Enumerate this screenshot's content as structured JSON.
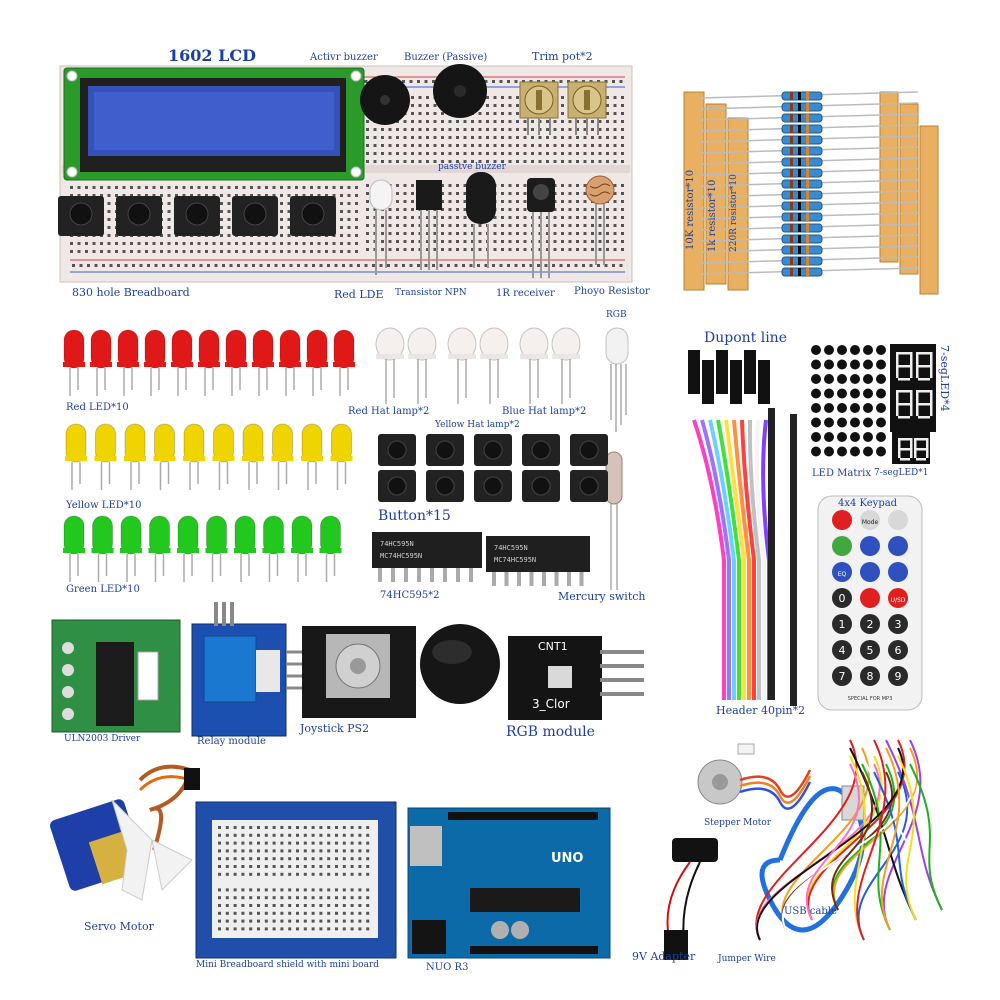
{
  "palette": {
    "label": "#1d3fa0",
    "pcb_blue": "#1a4fa0",
    "breadboard": "#efe8e6",
    "led_red": "#e01818",
    "led_yellow": "#f0d400",
    "led_green": "#22c81e"
  },
  "labels": {
    "lcd": "1602 LCD",
    "active_buzzer": "Activr buzzer",
    "passive_buzzer_top": "Buzzer (Passive)",
    "trim_pot": "Trim pot*2",
    "passive_buzzer": "passtve buzzer",
    "breadboard": "830 hole Breadboard",
    "red_lde": "Red LDE",
    "transistor": "Transistor NPN",
    "ir_receiver": "1R receiver",
    "photo_resistor": "Phoyo Resistor",
    "res_10k": "10K resistor*10",
    "res_1k": "1k resistor*10",
    "res_220": "220R resistor*10",
    "rgb": "RGB",
    "red_led": "Red LED*10",
    "red_hat": "Red Hat lamp*2",
    "yellow_hat": "Yellow Hat lamp*2",
    "blue_hat": "Blue Hat lamp*2",
    "dupont": "Dupont line",
    "seg4": "7-segLED*4",
    "led_matrix": "LED Matrix",
    "seg1": "7-segLED*1",
    "yellow_led": "Yellow LED*10",
    "button": "Button*15",
    "keypad": "4x4 Keypad",
    "green_led": "Green LED*10",
    "ic_74hc595": "74HC595*2",
    "mercury": "Mercury switch",
    "uln2003": "ULN2003 Driver",
    "relay": "Relay module",
    "joystick": "Joystick PS2",
    "rgb_module": "RGB module",
    "header": "Header 40pin*2",
    "stepper": "Stepper Motor",
    "servo": "Servo Motor",
    "mini_bb": "Mini Breadboard shield with mini board",
    "nuo": "NUO R3",
    "adapter": "9V Adapter",
    "jumper": "Jumper Wire",
    "usb": "USB cable",
    "cnt1": "CNT1",
    "clor": "3_Clor",
    "uno": "UNO",
    "remote_footer": "SPECIAL FOR MP3"
  },
  "remote_keys": [
    "Mode",
    "EQ",
    "U/SD",
    "0",
    "1",
    "2",
    "3",
    "4",
    "5",
    "6",
    "7",
    "8",
    "9"
  ]
}
